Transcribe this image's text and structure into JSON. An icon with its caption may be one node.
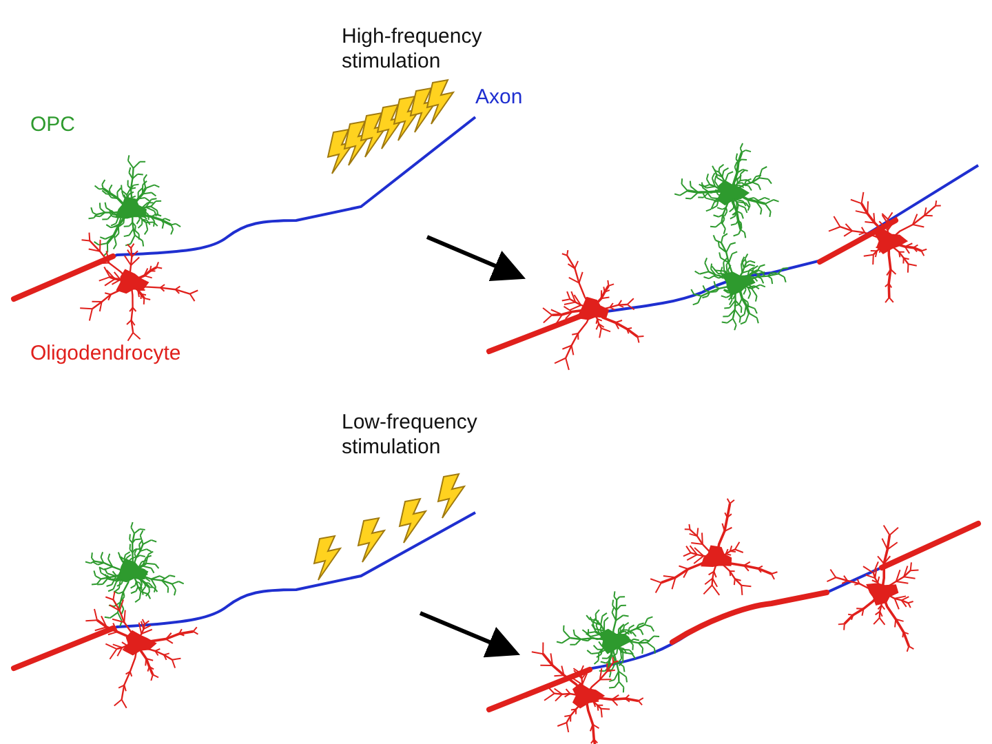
{
  "diagram": {
    "labels": [
      "High-frequency stimulation",
      "Axon",
      "OPC",
      "Oligodendrocyte",
      "Low-frequency stimulation"
    ]
  }
}
